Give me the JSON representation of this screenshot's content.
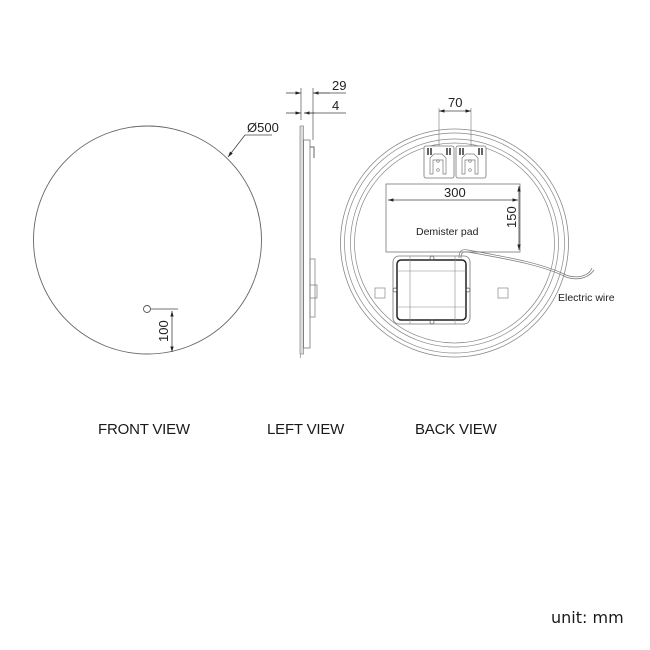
{
  "views": {
    "front": {
      "label": "FRONT VIEW",
      "diameter_label": "Ø500",
      "switch_offset_label": "100"
    },
    "left": {
      "label": "LEFT VIEW",
      "depth_total_label": "29",
      "glass_thickness_label": "4"
    },
    "back": {
      "label": "BACK VIEW",
      "bracket_spacing_label": "70",
      "pad_width_label": "300",
      "pad_height_label": "150",
      "pad_label": "Demister pad",
      "wire_label": "Electric wire"
    }
  },
  "footer": {
    "unit_label": "unit: mm"
  },
  "colors": {
    "line": "#555555",
    "text": "#222222",
    "background": "#ffffff"
  }
}
